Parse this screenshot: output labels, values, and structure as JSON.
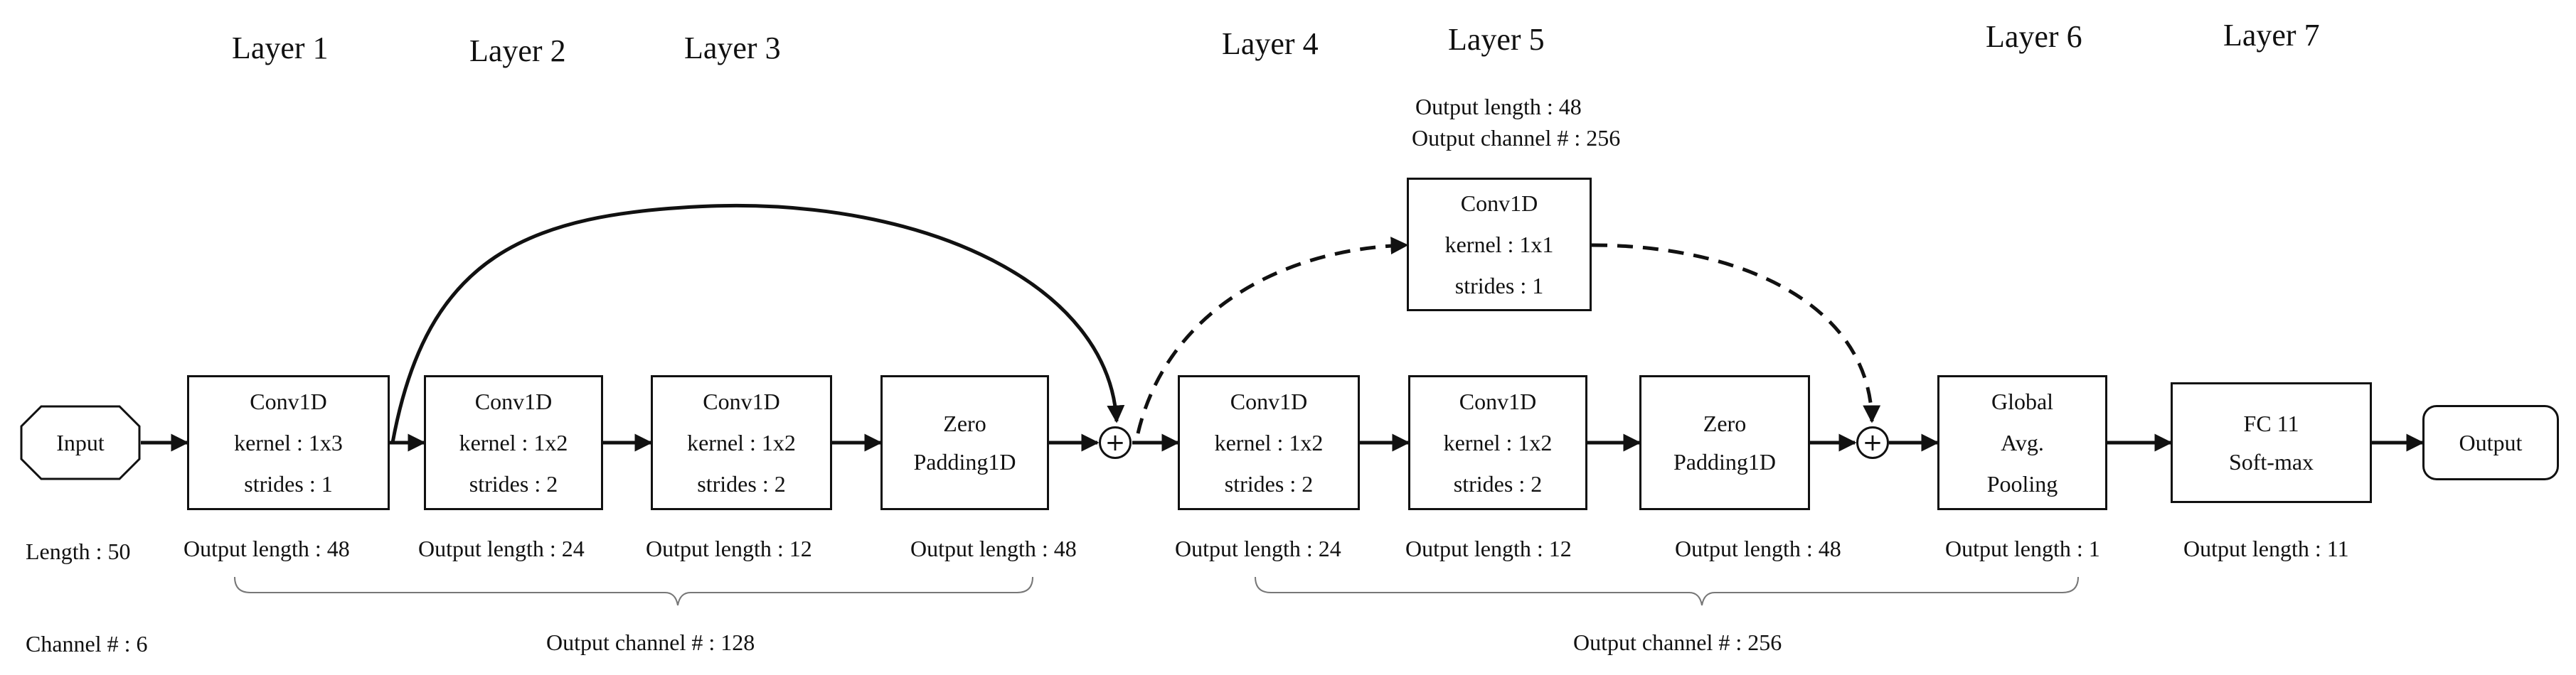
{
  "layers": [
    "Layer 1",
    "Layer 2",
    "Layer 3",
    "Layer 4",
    "Layer 5",
    "Layer 6",
    "Layer 7"
  ],
  "input": {
    "label": "Input",
    "length": "Length : 50",
    "channels": "Channel # : 6"
  },
  "output": {
    "label": "Output"
  },
  "blocks": {
    "conv1": [
      "Conv1D",
      "kernel : 1x3",
      "strides : 1"
    ],
    "conv2": [
      "Conv1D",
      "kernel : 1x2",
      "strides : 2"
    ],
    "conv3": [
      "Conv1D",
      "kernel : 1x2",
      "strides : 2"
    ],
    "zeropad1": [
      "Zero",
      "Padding1D"
    ],
    "conv4": [
      "Conv1D",
      "kernel : 1x2",
      "strides : 2"
    ],
    "conv5": [
      "Conv1D",
      "kernel : 1x2",
      "strides : 2"
    ],
    "zeropad2": [
      "Zero",
      "Padding1D"
    ],
    "shortcut": [
      "Conv1D",
      "kernel : 1x1",
      "strides : 1"
    ],
    "gap": [
      "Global",
      "Avg.",
      "Pooling"
    ],
    "fc": [
      "FC 11",
      "Soft-max"
    ]
  },
  "shortcut_info": {
    "length": "Output length : 48",
    "channels": "Output channel # : 256"
  },
  "output_lengths": {
    "conv1": "Output length : 48",
    "conv2": "Output length : 24",
    "conv3": "Output length : 12",
    "zeropad1": "Output length : 48",
    "conv4": "Output length : 24",
    "conv5": "Output length : 12",
    "zeropad2": "Output length : 48",
    "gap": "Output length : 1",
    "fc": "Output length : 11"
  },
  "channel_groups": {
    "group1": "Output channel # : 128",
    "group2": "Output channel # : 256"
  },
  "sum_symbol": "+"
}
